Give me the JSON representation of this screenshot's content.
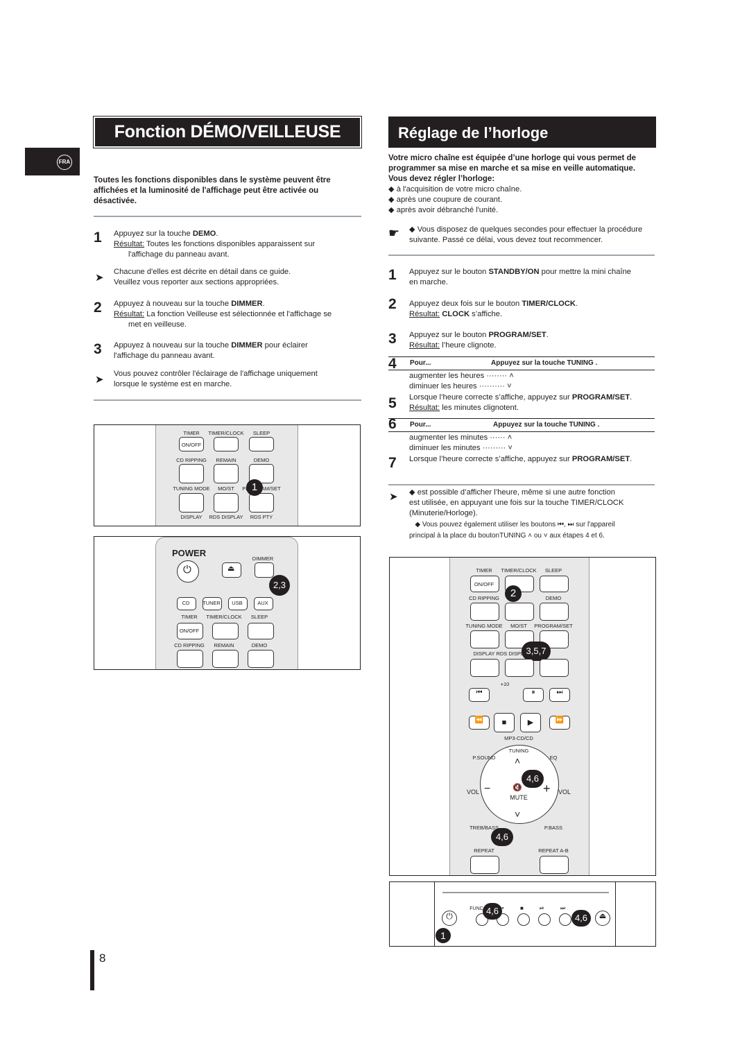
{
  "lang_badge": "FRA",
  "left": {
    "title": "Fonction DÉMO/VEILLEUSE",
    "intro": "Toutes les fonctions disponibles dans le système peuvent être affichées et la luminosité de l'affichage peut être activée ou désactivée.",
    "step1": {
      "num": "1",
      "line1_pre": "Appuyez sur la touche ",
      "line1_bold": "DEMO",
      "line1_post": ".",
      "res_label": "Résultat:",
      "res_text": " Toutes les fonctions disponibles apparaissent sur",
      "res_text2": "l'affichage du panneau avant."
    },
    "note1_l1": "Chacune d'elles est décrite en détail dans ce guide.",
    "note1_l2": "Veuillez vous reporter aux sections appropriées.",
    "step2": {
      "num": "2",
      "line1_pre": "Appuyez à nouveau sur la touche ",
      "line1_bold": "DIMMER",
      "line1_post": ".",
      "res_label": "Résultat:",
      "res_text": " La fonction Veilleuse est sélectionnée et l'affichage se",
      "res_text2": "met en veilleuse."
    },
    "step3": {
      "num": "3",
      "line1_pre": "Appuyez à nouveau sur la touche ",
      "line1_bold": "DIMMER",
      "line1_post": " pour éclairer",
      "line2": "l'affichage du panneau avant."
    },
    "note2_l1": "Vous pouvez contrôler l'éclairage de l'affichage uniquement",
    "note2_l2": "lorsque le système est en marche."
  },
  "right": {
    "title": "Réglage de l’horloge",
    "intro": "Votre micro chaîne est équipée d’une horloge qui vous permet de programmer sa mise en marche et sa mise en veille automatique. Vous devez régler l’horloge:",
    "bullets": [
      "à l'acquisition de votre micro chaîne.",
      "après une coupure de courant.",
      "après avoir débranché l'unité."
    ],
    "tip_l1": "Vous disposez de quelques secondes pour effectuer la procédure",
    "tip_l2": "suivante. Passé ce délai, vous devez tout recommencer.",
    "step1": {
      "num": "1",
      "pre": "Appuyez sur le bouton ",
      "bold": "STANDBY/ON",
      "post": " pour mettre la mini chaîne",
      "l2": "en marche."
    },
    "step2": {
      "num": "2",
      "pre": "Appuyez deux fois sur le bouton ",
      "bold": "TIMER/CLOCK",
      "post": ".",
      "res_label": "Résultat:",
      "res_bold": "CLOCK",
      "res_post": " s’affiche."
    },
    "step3": {
      "num": "3",
      "pre": "Appuyez sur le bouton ",
      "bold": "PROGRAM/SET",
      "post": ".",
      "res_label": "Résultat:",
      "res_post": " l’heure clignote."
    },
    "step4": {
      "num": "4",
      "pour": "Pour...",
      "action": "Appuyez sur la touche TUNING .",
      "up": "augmenter les heures ········",
      "down": "diminuer les heures ··········"
    },
    "step5": {
      "num": "5",
      "pre": "Lorsque l’heure correcte s’affiche, appuyez sur ",
      "bold": "PROGRAM/SET",
      "post": ".",
      "res_label": "Résultat:",
      "res_post": " les minutes clignotent."
    },
    "step6": {
      "num": "6",
      "pour": "Pour...",
      "action": "Appuyez sur la touche TUNING .",
      "up": "augmenter les minutes ······",
      "down": "diminuer les minutes ·········"
    },
    "step7": {
      "num": "7",
      "pre": "Lorsque l’heure correcte s’affiche, appuyez sur ",
      "bold": "PROGRAM/SET",
      "post": "."
    },
    "note_l1": "est possible d’afficher l’heure, même si une autre fonction",
    "note_l2": "est utilisée, en appuyant une fois sur la touche TIMER/CLOCK",
    "note_l3": "(Minuterie/Horloge).",
    "note2_pre": "Vous pouvez également utiliser les boutons",
    "note2_post": "sur l'appareil",
    "note2_l2_pre": "principal à la place du boutonTUNING",
    "note2_l2_mid": "ou",
    "note2_l2_post": "aux étapes 4 et 6."
  },
  "remote_labels": {
    "timer": "TIMER",
    "timerclock": "TIMER/CLOCK",
    "sleep": "SLEEP",
    "onoff": "ON/OFF",
    "cdripping": "CD RIPPING",
    "remain": "REMAIN",
    "demo": "DEMO",
    "tuningmode": "TUNING MODE",
    "most": "MO/ST",
    "programset": "PROGRAM/SET",
    "display": "DISPLAY",
    "rdsdisplay": "RDS DISPLAY",
    "rdspty": "RDS PTY",
    "power": "POWER",
    "dimmer": "DIMMER",
    "cd": "CD",
    "tuner": "TUNER",
    "usb": "USB",
    "aux": "AUX",
    "plus10": "+10",
    "mp3cd": "MP3-CD/CD",
    "tuning": "TUNING",
    "psound": "P.SOUND",
    "eq": "EQ",
    "vol": "VOL",
    "mute": "MUTE",
    "trebass": "TREB/BASS",
    "pbass": "P.BASS",
    "repeat": "REPEAT",
    "repeatab": "REPEAT A-B",
    "func": "FUNC"
  },
  "callouts": {
    "c1": "1",
    "c23": "2,3",
    "c2": "2",
    "c357": "3,5,7",
    "c46a": "4,6",
    "c46b": "4,6",
    "c46c": "4,6",
    "c46d": "4,6",
    "c1b": "1"
  },
  "page_number": "8"
}
